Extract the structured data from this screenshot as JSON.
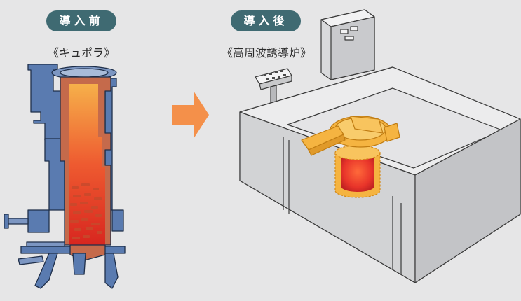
{
  "before": {
    "badge": "導入前",
    "caption": "《キュポラ》"
  },
  "after": {
    "badge": "導入後",
    "caption": "《高周波誘導炉》"
  },
  "arrow": {
    "direction": "right",
    "color": "#f4904a"
  },
  "colors": {
    "background": "#e6e6e7",
    "badge": "#3f6a72",
    "cupola_steel": "#5a7bb0",
    "cupola_lining": "#c56a4b",
    "furnace_body": "#ececed",
    "coil_highlight": "#f5b441",
    "molten_metal": "#e8342a"
  }
}
